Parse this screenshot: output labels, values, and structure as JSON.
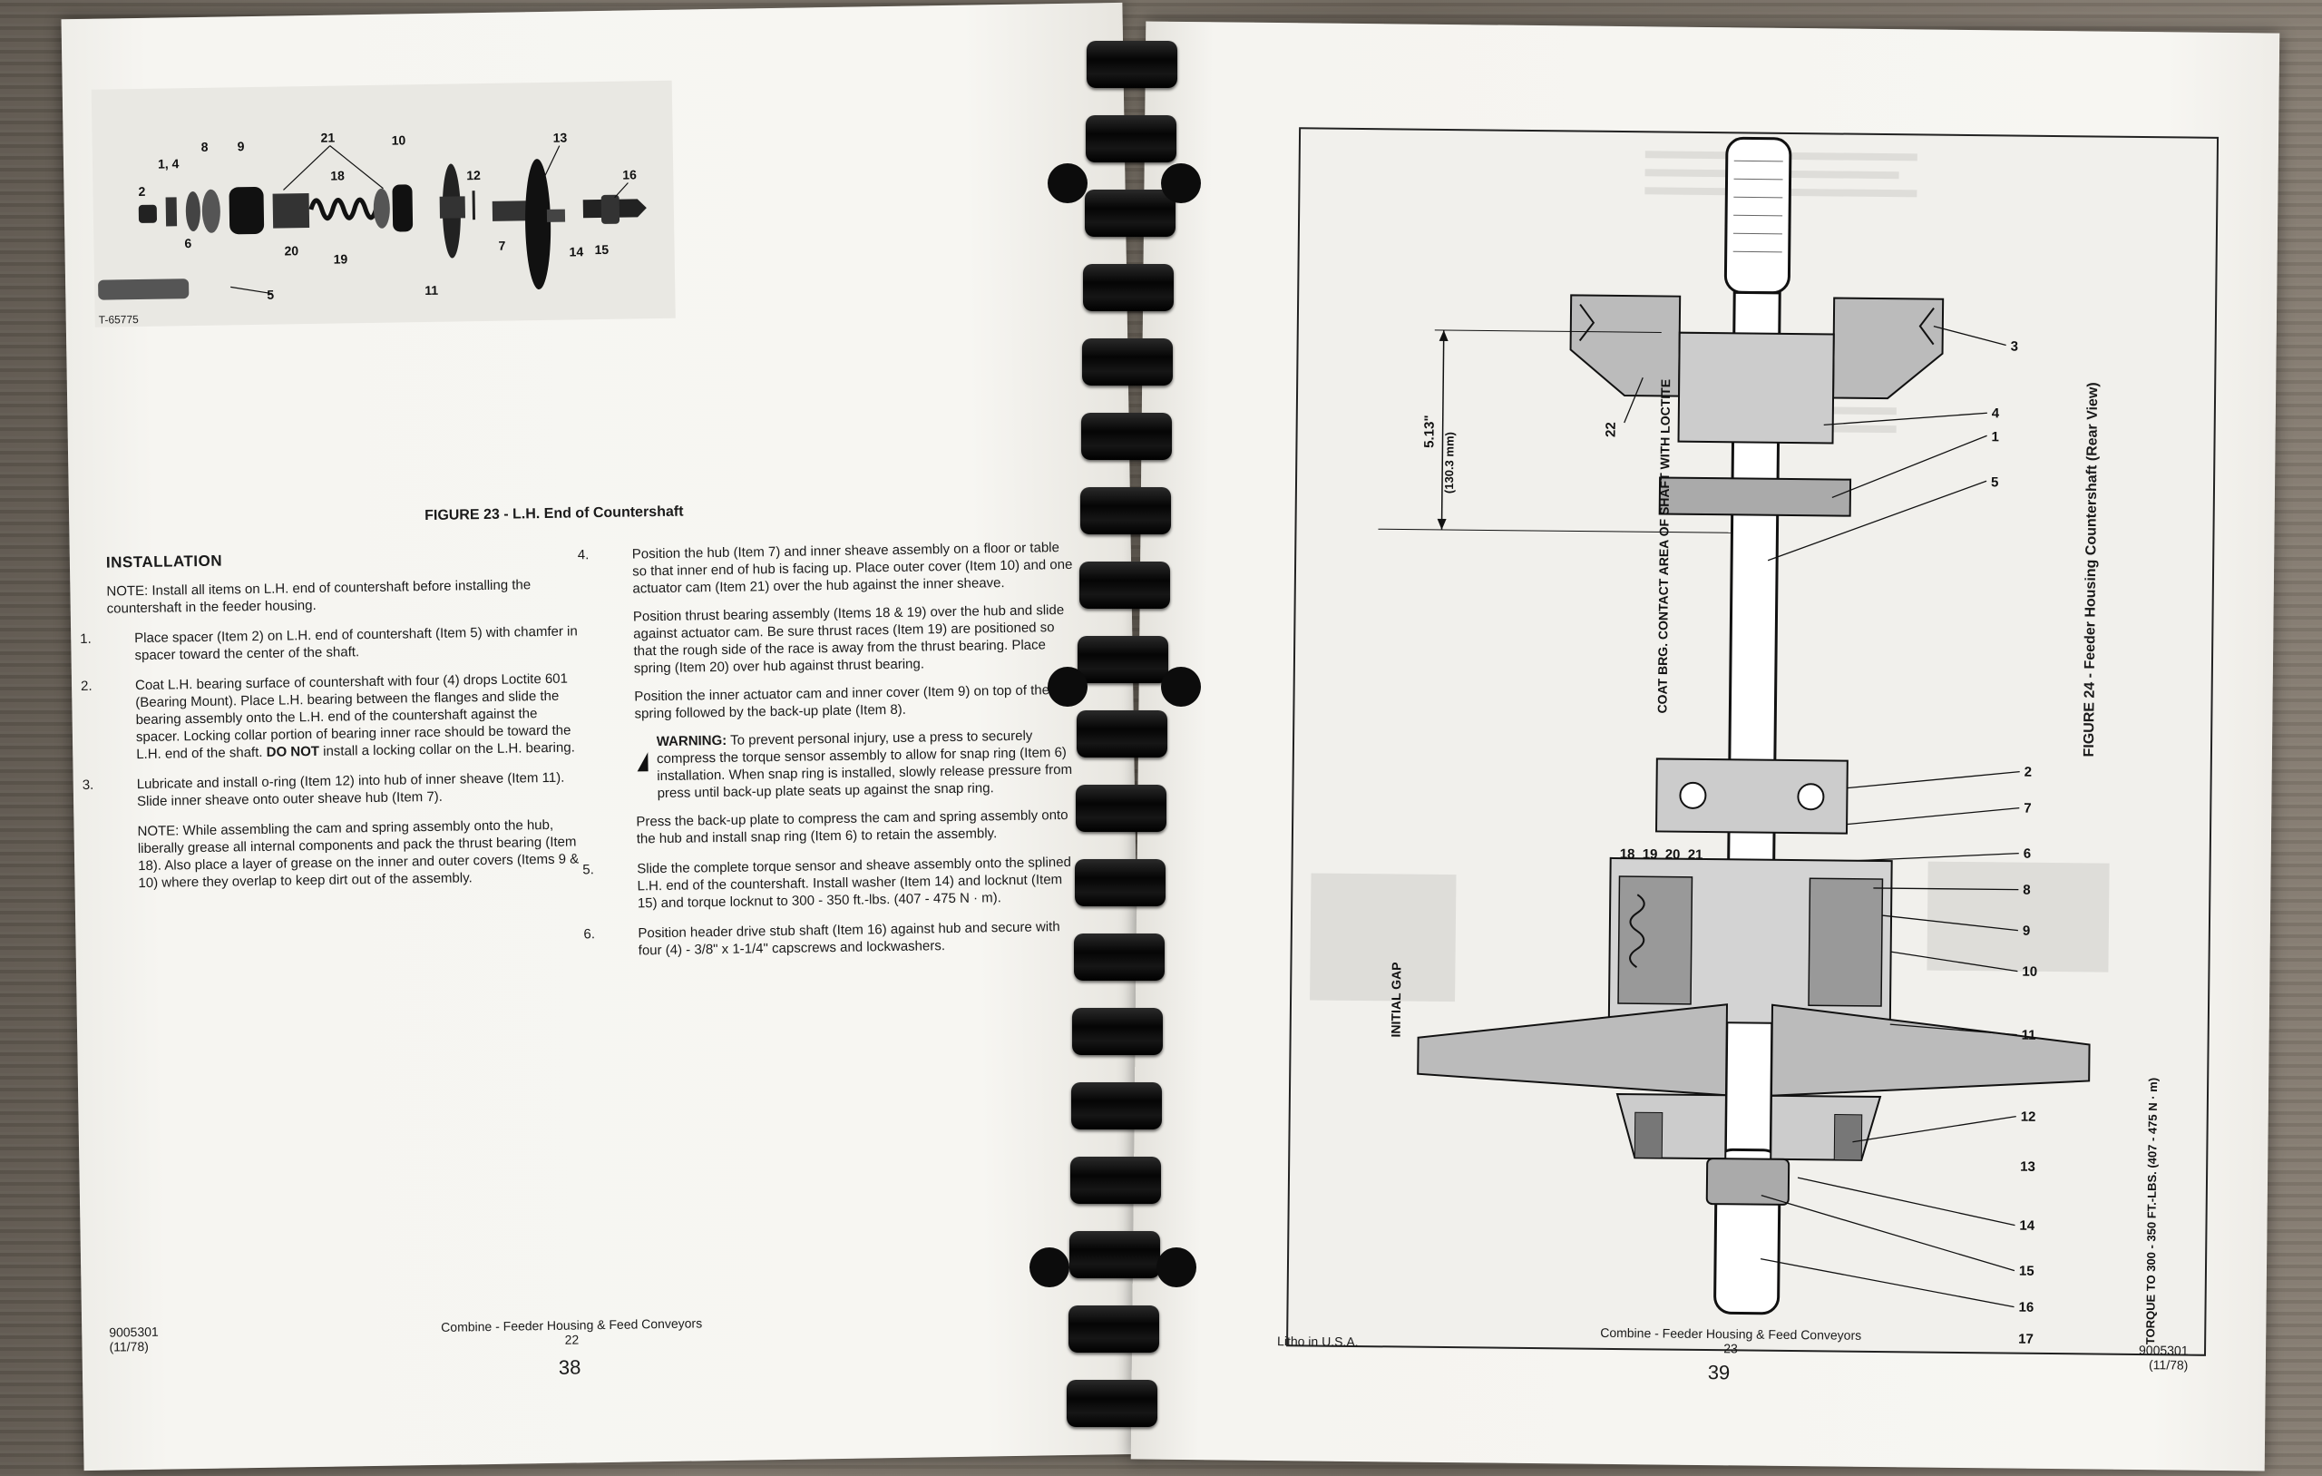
{
  "left": {
    "figure": {
      "callouts": [
        "1, 4",
        "2",
        "6",
        "8",
        "9",
        "21",
        "10",
        "18",
        "19",
        "20",
        "12",
        "7",
        "11",
        "13",
        "14",
        "15",
        "16",
        "5"
      ],
      "ref": "T-65775",
      "caption": "FIGURE 23 - L.H. End of Countershaft"
    },
    "heading": "INSTALLATION",
    "note_label": "NOTE:",
    "note_text": "Install all items on L.H. end of countershaft before installing the countershaft in the feeder housing.",
    "steps": [
      {
        "n": "1.",
        "text": "Place spacer (Item 2) on L.H. end of countershaft (Item 5) with chamfer in spacer toward the center of the shaft."
      },
      {
        "n": "2.",
        "text": "Coat L.H. bearing surface of countershaft with four (4) drops Loctite 601 (Bearing Mount). Place L.H. bearing between the flanges and slide the bearing assembly onto the L.H. end of the countershaft against the spacer. Locking collar portion of bearing inner race should be toward the L.H. end of the shaft.",
        "bold": "DO NOT",
        "bold_rest": "install a locking collar on the L.H. bearing."
      },
      {
        "n": "3.",
        "text": "Lubricate and install o-ring (Item 12) into hub of inner sheave (Item 11). Slide inner sheave onto outer sheave hub (Item 7)."
      }
    ],
    "note2_label": "NOTE:",
    "note2_text": "While assembling the cam and spring assembly onto the hub, liberally grease all internal components and pack the thrust bearing (Item 18). Also place a layer of grease on the inner and outer covers (Items 9 & 10) where they overlap to keep dirt out of the assembly.",
    "step4": {
      "n": "4.",
      "text": "Position the hub (Item 7) and inner sheave assembly on a floor or table so that inner end of hub is facing up. Place outer cover (Item 10) and one actuator cam (Item 21) over the hub against the inner sheave."
    },
    "p_thrust": "Position thrust bearing assembly (Items 18 & 19) over the hub and slide against actuator cam. Be sure thrust races (Item 19) are positioned so that the rough side of the race is away from the thrust bearing. Place spring (Item 20) over hub against thrust bearing.",
    "p_inner": "Position the inner actuator cam and inner cover (Item 9) on top of the spring followed by the back-up plate (Item 8).",
    "warning_label": "WARNING:",
    "warning_text": "To prevent personal injury, use a press to securely compress the torque sensor assembly to allow for snap ring (Item 6) installation. When snap ring is installed, slowly release pressure from press until back-up plate seats up against the snap ring.",
    "p_press": "Press the back-up plate to compress the cam and spring assembly onto the hub and install snap ring (Item 6) to retain the assembly.",
    "step5": {
      "n": "5.",
      "text": "Slide the complete torque sensor and sheave assembly onto the splined L.H. end of the countershaft. Install washer (Item 14) and locknut (Item 15) and torque locknut to 300 - 350 ft.-lbs. (407 - 475 N · m)."
    },
    "step6": {
      "n": "6.",
      "text": "Position header drive stub shaft (Item 16) against hub and secure with four (4) - 3/8\" x 1-1/4\" capscrews and lockwashers."
    },
    "footer": {
      "code": "9005301",
      "date": "(11/78)",
      "title": "Combine - Feeder Housing & Feed Conveyors",
      "section_page": "22",
      "page_number": "38"
    }
  },
  "right": {
    "figure": {
      "caption": "FIGURE 24 - Feeder Housing Countershaft (Rear View)",
      "dimension": "5.13\"",
      "dimension_metric": "(130.3 mm)",
      "coat_note": "COAT BRG. CONTACT AREA OF SHAFT WITH LOCTITE",
      "gap_label": "INITIAL GAP",
      "torque_note": "TORQUE TO 300 - 350 FT.-LBS. (407 - 475 N · m)",
      "callouts": [
        "3",
        "22",
        "4",
        "1",
        "5",
        "2",
        "7",
        "6",
        "8",
        "9",
        "10",
        "11",
        "12",
        "13",
        "14",
        "15",
        "16",
        "17",
        "18",
        "19",
        "20",
        "21"
      ]
    },
    "footer": {
      "litho": "Litho in U.S.A.",
      "title": "Combine - Feeder Housing & Feed Conveyors",
      "section_page": "23",
      "page_number": "39",
      "code": "9005301",
      "date": "(11/78)"
    }
  }
}
